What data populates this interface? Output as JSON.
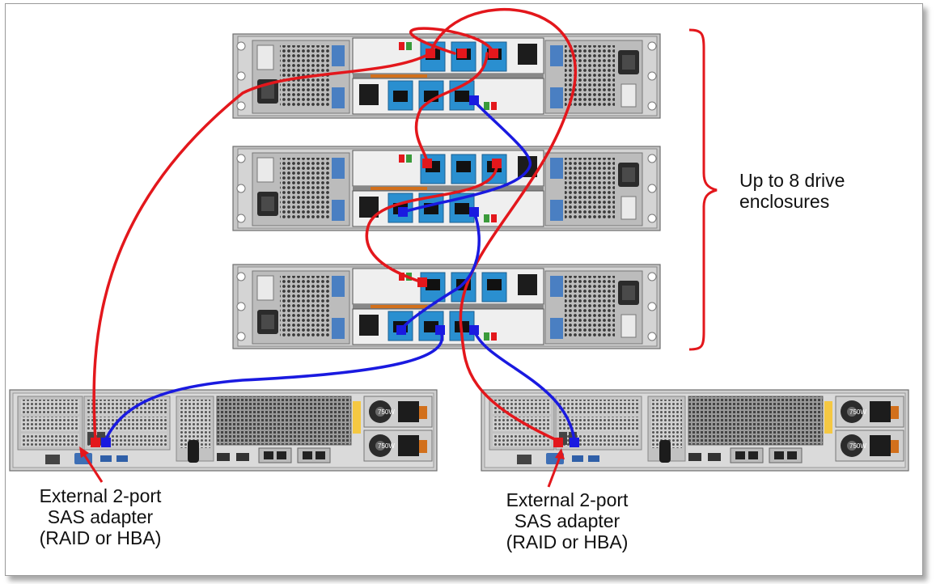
{
  "labels": {
    "enclosure_range": "Up to 8 drive\nenclosures",
    "adapter_left": "External 2-port\nSAS adapter\n(RAID or HBA)",
    "adapter_right": "External 2-port\nSAS adapter\n(RAID or HBA)"
  },
  "colors": {
    "cable_red": "#e3171c",
    "cable_blue": "#1a1ae0",
    "port_blue": "#2a8fd0",
    "bracket": "#e3171c",
    "chassis": "#c9c9c9"
  },
  "components": {
    "drive_enclosures": 3,
    "servers": 2,
    "psu_label": "750W"
  }
}
